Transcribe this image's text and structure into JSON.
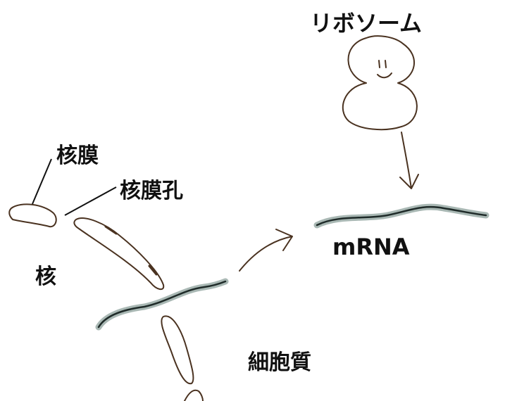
{
  "labels": {
    "ribosome": "リボソーム",
    "nuclear_envelope": "核膜",
    "nuclear_pore": "核膜孔",
    "nucleus": "核",
    "mrna": "mRNA",
    "cytoplasm": "細胞質"
  },
  "colors": {
    "outline": "#4a3220",
    "mrna_line": "#1e2a28",
    "mrna_halo": "#a9b8b4",
    "text": "#111111"
  }
}
